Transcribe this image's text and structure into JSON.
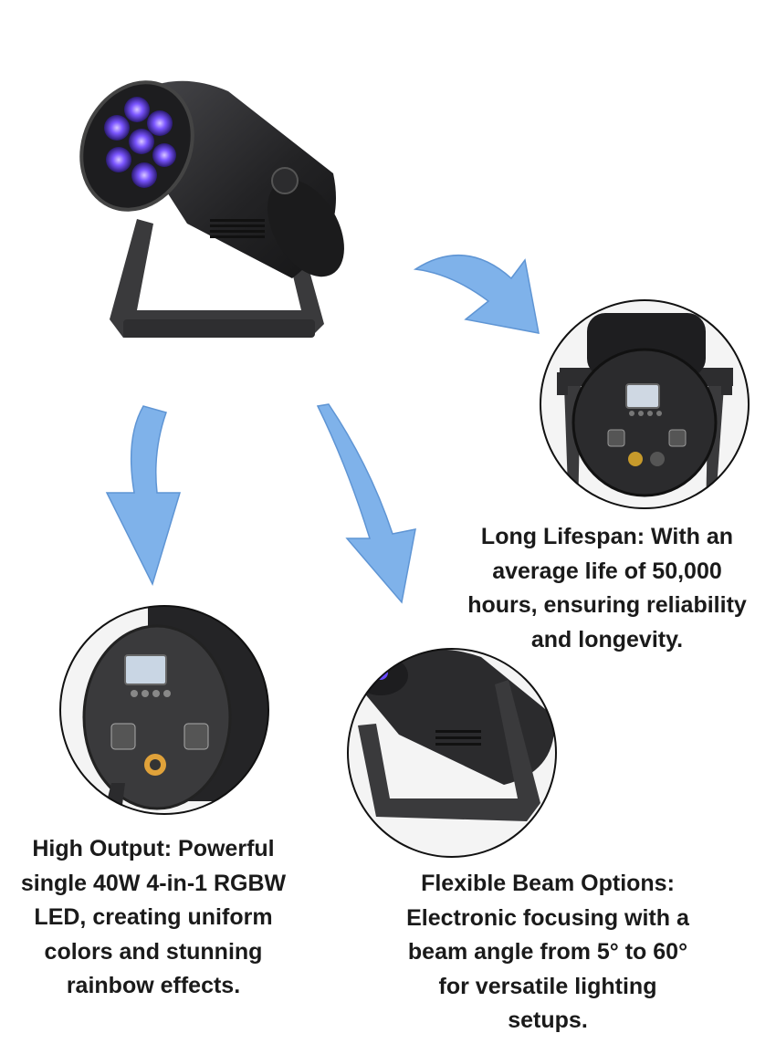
{
  "features": [
    {
      "id": "lifespan",
      "lines": [
        "Long Lifespan: With an",
        "average life of 50,000",
        "hours, ensuring reliability",
        "and longevity."
      ]
    },
    {
      "id": "output",
      "lines": [
        "High Output: Powerful",
        "single 40W 4-in-1 RGBW",
        "LED, creating uniform",
        "colors and stunning",
        "rainbow effects."
      ]
    },
    {
      "id": "beam",
      "lines": [
        "Flexible Beam Options:",
        "Electronic focusing with a",
        "beam angle from 5° to 60°",
        "for versatile lighting",
        "setups."
      ]
    }
  ],
  "colors": {
    "arrow": "#7fb2ea",
    "body": "#2b2b2d",
    "led": "#6a4bff",
    "bracket": "#3a3a3c",
    "circle_border": "#111111"
  }
}
